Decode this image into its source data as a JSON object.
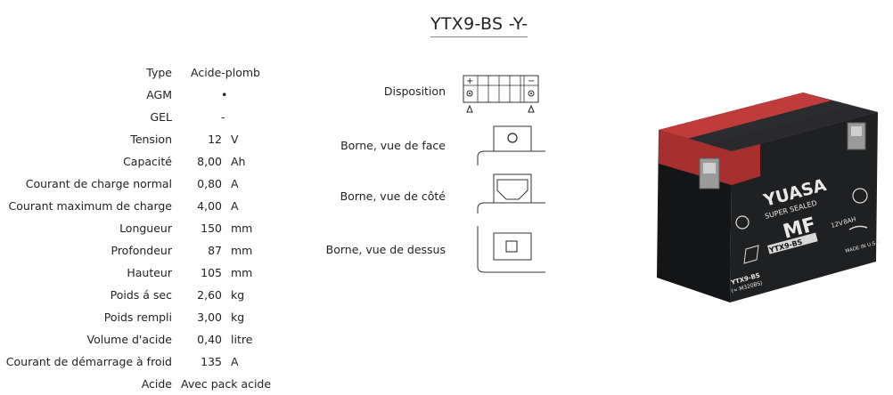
{
  "title": "YTX9-BS -Y-",
  "specs": [
    {
      "label": "Type",
      "value": "Acide-plomb",
      "unit": ""
    },
    {
      "label": "AGM",
      "value": "•",
      "unit": ""
    },
    {
      "label": "GEL",
      "value": "-",
      "unit": ""
    },
    {
      "label": "Tension",
      "value": "12",
      "unit": "V"
    },
    {
      "label": "Capacité",
      "value": "8,00",
      "unit": "Ah"
    },
    {
      "label": "Courant de charge normal",
      "value": "0,80",
      "unit": "A"
    },
    {
      "label": "Courant maximum de charge",
      "value": "4,00",
      "unit": "A"
    },
    {
      "label": "Longueur",
      "value": "150",
      "unit": "mm"
    },
    {
      "label": "Profondeur",
      "value": "87",
      "unit": "mm"
    },
    {
      "label": "Hauteur",
      "value": "105",
      "unit": "mm"
    },
    {
      "label": "Poids á sec",
      "value": "2,60",
      "unit": "kg"
    },
    {
      "label": "Poids rempli",
      "value": "3,00",
      "unit": "kg"
    },
    {
      "label": "Volume d'acide",
      "value": "0,40",
      "unit": "litre"
    },
    {
      "label": "Courant de démarrage à froid",
      "value": "135",
      "unit": "A"
    },
    {
      "label": "Acide",
      "value": "Avec pack acide",
      "unit": ""
    }
  ],
  "terminals": {
    "disposition": "Disposition",
    "front": "Borne, vue de face",
    "side": "Borne, vue de côté",
    "top": "Borne, vue de dessus",
    "plus": "+",
    "minus": "−"
  },
  "battery": {
    "brand": "YUASA",
    "series": "SUPER SEALED",
    "type": "MF",
    "model": "YTX9-BS",
    "model_label": "YTX9-BS",
    "model_alt": "(= M320BS)",
    "voltage": "12V",
    "capacity": "8AH",
    "made_in": "MADE IN U.S.A.",
    "colors": {
      "body": "#1f2022",
      "stripe": "#b53131",
      "text": "#e8e8e8"
    }
  }
}
